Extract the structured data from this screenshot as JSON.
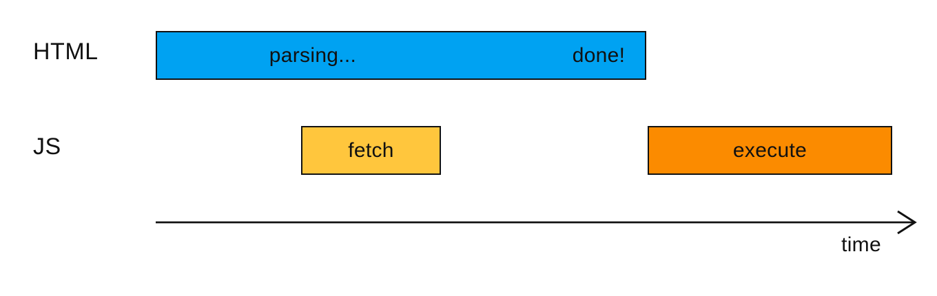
{
  "diagram": {
    "title": "html-parsing-vs-script-timeline",
    "rows": {
      "html": {
        "label": "HTML",
        "parsing_label": "parsing...",
        "done_label": "done!"
      },
      "js": {
        "label": "JS",
        "fetch_label": "fetch",
        "execute_label": "execute"
      }
    },
    "axis": {
      "label": "time"
    },
    "colors": {
      "parsing_bar": "#00a2f2",
      "fetch_bar": "#ffc63d",
      "execute_bar": "#fb8b00",
      "outline": "#111111",
      "background": "#ffffff"
    }
  }
}
